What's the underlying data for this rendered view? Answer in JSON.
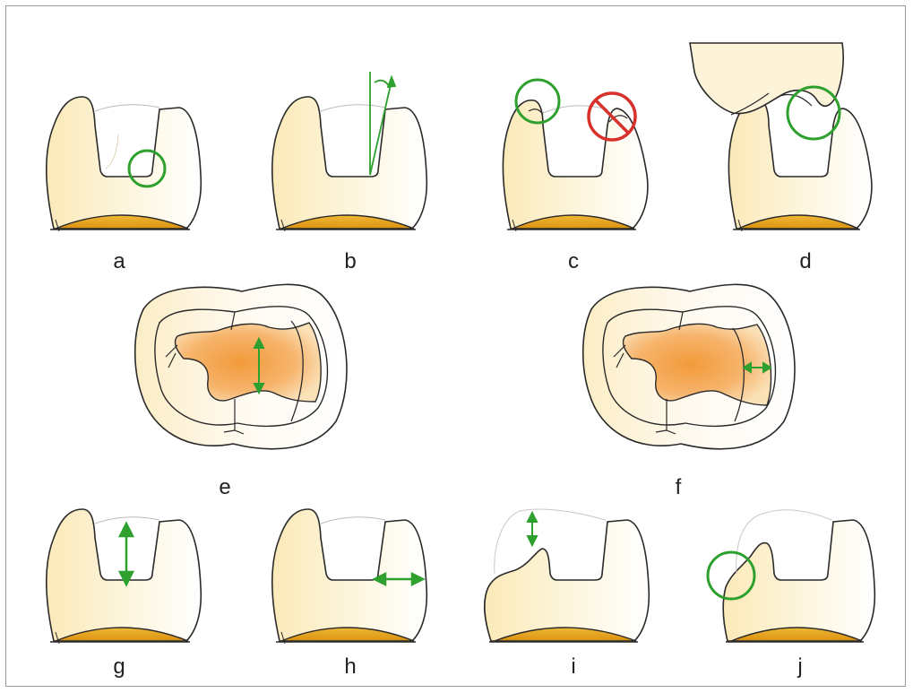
{
  "labels": [
    "a",
    "b",
    "c",
    "d",
    "e",
    "f",
    "g",
    "h",
    "i",
    "j"
  ],
  "colors": {
    "outline": "#2a2a2a",
    "enamel_light": "#fdf3d2",
    "gold_base": "#e5a31d",
    "cavity_orange": "#f2a24a",
    "green": "#2ea02e",
    "red": "#d8302a",
    "frame": "#9a9a9a"
  },
  "icons": {
    "ok_marker": "green-circle",
    "prohibited_marker": "red-no-symbol",
    "dimension_arrow": "green-double-arrow",
    "angle_lines": "green-taper-lines"
  }
}
